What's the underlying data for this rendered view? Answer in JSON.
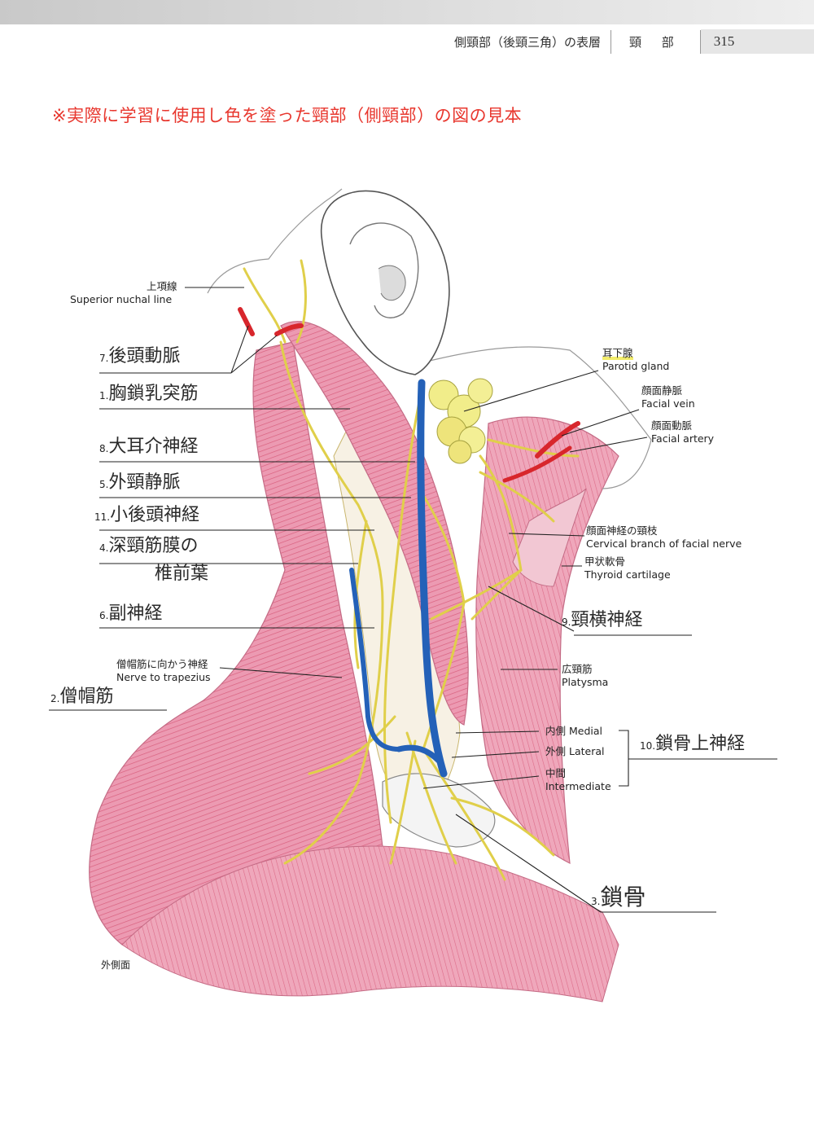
{
  "running_header": {
    "section": "側頸部（後頸三角）の表層",
    "chapter": "頸 部",
    "page_number": "315"
  },
  "note": "※実際に学習に使用し色を塗った頸部（側頸部）の図の見本",
  "labels": {
    "superior_nuchal_line": {
      "ja": "上項線",
      "en": "Superior nuchal line"
    },
    "parotid_gland": {
      "ja": "耳下腺",
      "en": "Parotid gland"
    },
    "facial_vein": {
      "ja": "顔面静脈",
      "en": "Facial vein"
    },
    "facial_artery": {
      "ja": "顔面動脈",
      "en": "Facial artery"
    },
    "cervical_branch": {
      "ja": "顔面神経の頸枝",
      "en": "Cervical branch of facial nerve"
    },
    "thyroid_cartilage": {
      "ja": "甲状軟骨",
      "en": "Thyroid cartilage"
    },
    "nerve_to_trapezius": {
      "ja": "僧帽筋に向かう神経",
      "en": "Nerve to trapezius"
    },
    "platysma": {
      "ja": "広頸筋",
      "en": "Platysma"
    },
    "medial": "内側 Medial",
    "lateral": "外側 Lateral",
    "intermediate_ja": "中間",
    "intermediate_en": "Intermediate",
    "view": "外側面"
  },
  "answers": [
    {
      "num": "7.",
      "text": "後頭動脈"
    },
    {
      "num": "1.",
      "text": "胸鎖乳突筋"
    },
    {
      "num": "8.",
      "text": "大耳介神経"
    },
    {
      "num": "5.",
      "text": "外頸静脈"
    },
    {
      "num": "11.",
      "text": "小後頭神経"
    },
    {
      "num": "4.",
      "text": "深頸筋膜の",
      "text2": "椎前葉"
    },
    {
      "num": "6.",
      "text": "副神経"
    },
    {
      "num": "2.",
      "text": "僧帽筋"
    },
    {
      "num": "9.",
      "text": "頸横神経"
    },
    {
      "num": "10.",
      "text": "鎖骨上神経"
    },
    {
      "num": "3.",
      "text": "鎖骨"
    }
  ],
  "colors": {
    "accent_red": "#e8372e",
    "muscle_pink": "#e7829f",
    "nerve_yellow": "#e9dc73",
    "vein_blue": "#2461b8",
    "artery_red": "#d8262c"
  }
}
